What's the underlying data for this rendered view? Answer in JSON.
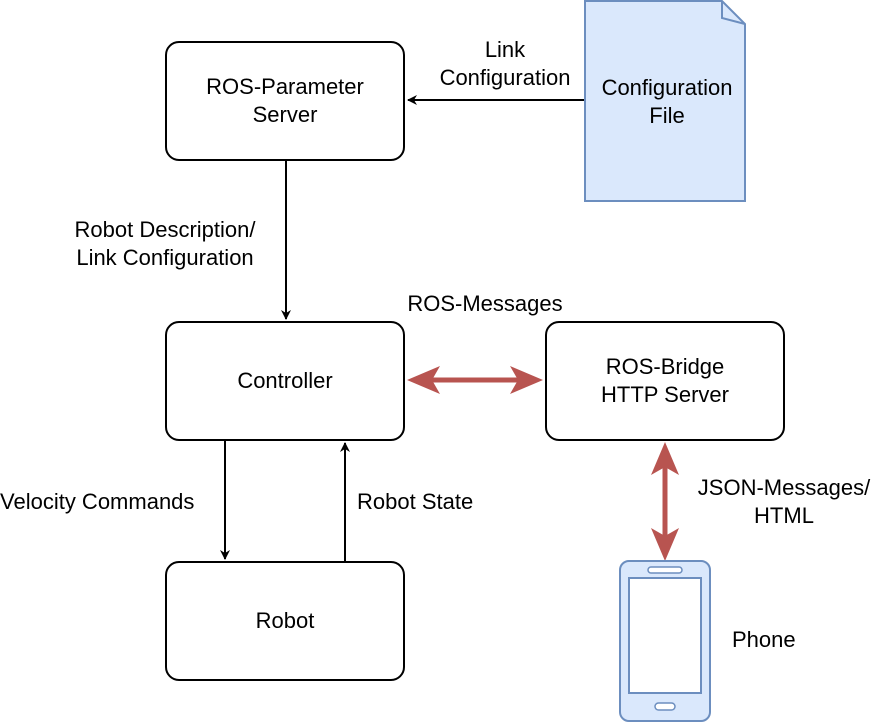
{
  "nodes": {
    "param_server": [
      "ROS-Parameter",
      "Server"
    ],
    "config_file": [
      "Configuration",
      "File"
    ],
    "controller": [
      "Controller"
    ],
    "ros_bridge": [
      "ROS-Bridge",
      "HTTP Server"
    ],
    "robot": [
      "Robot"
    ],
    "phone": "Phone"
  },
  "edges": {
    "link_config": [
      "Link",
      "Configuration"
    ],
    "robot_description": [
      "Robot Description/",
      "Link Configuration"
    ],
    "ros_messages": "ROS-Messages",
    "velocity_commands": "Velocity Commands",
    "robot_state": "Robot State",
    "json_messages": [
      "JSON-Messages/",
      "HTML"
    ]
  },
  "colors": {
    "file_fill": "#dae8fc",
    "file_stroke": "#6c8ebf",
    "bidir_arrow": "#b85450",
    "line": "#000000"
  }
}
